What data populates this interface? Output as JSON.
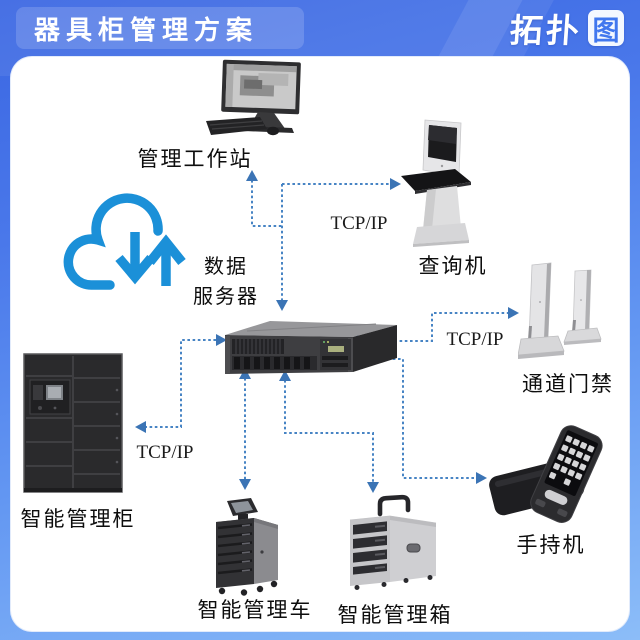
{
  "header": {
    "title": "器具柜管理方案",
    "badge_text": "拓扑",
    "badge_boxed_char": "图"
  },
  "diagram": {
    "nodes": [
      {
        "id": "workstation",
        "label": "管理工作站"
      },
      {
        "id": "data-server",
        "label_line1": "数据",
        "label_line2": "服务器"
      },
      {
        "id": "kiosk",
        "label": "查询机"
      },
      {
        "id": "gate",
        "label": "通道门禁"
      },
      {
        "id": "cabinet",
        "label": "智能管理柜"
      },
      {
        "id": "handheld",
        "label": "手持机"
      },
      {
        "id": "cart",
        "label": "智能管理车"
      },
      {
        "id": "case",
        "label": "智能管理箱"
      },
      {
        "id": "cloud-sync",
        "label": ""
      }
    ],
    "edges": [
      {
        "from": "data-server",
        "to": "workstation",
        "label": ""
      },
      {
        "from": "data-server",
        "to": "kiosk",
        "label": "TCP/IP"
      },
      {
        "from": "data-server",
        "to": "gate",
        "label": "TCP/IP"
      },
      {
        "from": "data-server",
        "to": "cabinet",
        "label": "TCP/IP"
      },
      {
        "from": "data-server",
        "to": "cart",
        "label": ""
      },
      {
        "from": "data-server",
        "to": "case",
        "label": ""
      },
      {
        "from": "data-server",
        "to": "handheld",
        "label": ""
      }
    ]
  },
  "colors": {
    "header_blue": "#4273ea",
    "cloud_blue": "#1b90d8",
    "line_blue": "#4784c4",
    "arrow_blue": "#3b74b5",
    "label_color": "#0d0d0d"
  }
}
